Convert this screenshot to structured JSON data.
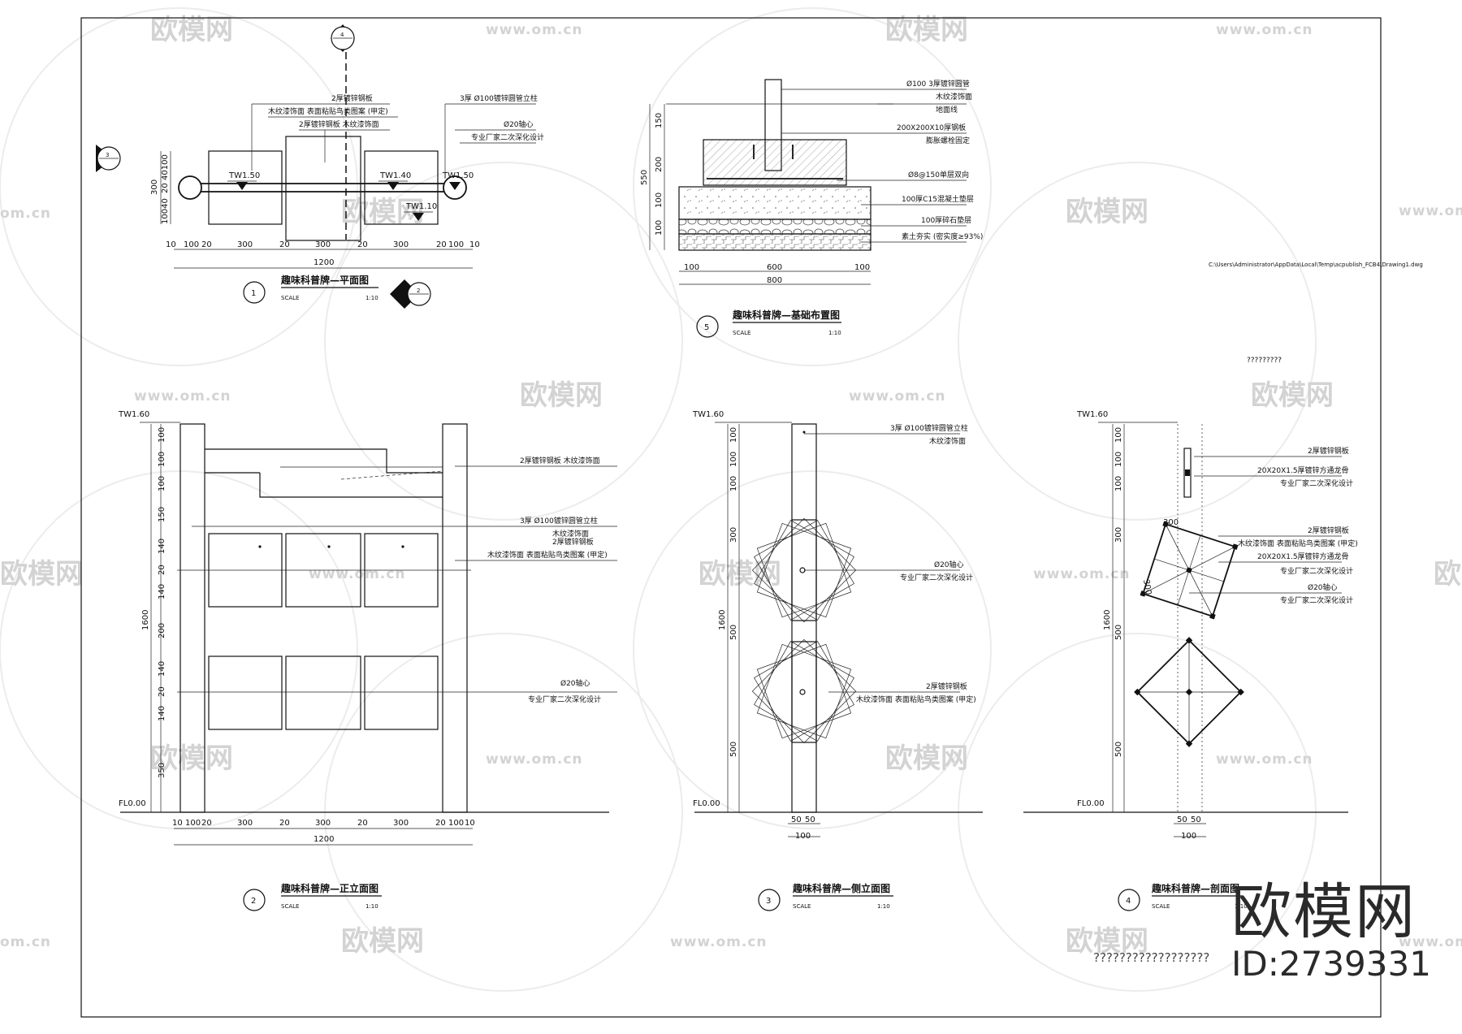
{
  "watermark": {
    "brand": "欧模网",
    "url": "www.om.cn",
    "url_cut": "om.cn"
  },
  "brand": {
    "name": "欧模网",
    "id": "ID:2739331"
  },
  "garbled_text": "??????????????????",
  "question_marks": "?????????",
  "file_path": "C:\\Users\\Administrator\\AppData\\Local\\Temp\\acpublish_FCB4\\Drawing1.dwg",
  "drawings": {
    "d1": {
      "num": "1",
      "title": "趣味科普牌—平面图",
      "scale_label": "SCALE",
      "scale": "1:10"
    },
    "d2": {
      "num": "2",
      "title": "趣味科普牌—正立面图",
      "scale_label": "SCALE",
      "scale": "1:10"
    },
    "d3": {
      "num": "3",
      "title": "趣味科普牌—侧立面图",
      "scale_label": "SCALE",
      "scale": "1:10"
    },
    "d4": {
      "num": "4",
      "title": "趣味科普牌—剖面图",
      "scale_label": "SCALE",
      "scale": "1:10"
    },
    "d5": {
      "num": "5",
      "title": "趣味科普牌—基础布置图",
      "scale_label": "SCALE",
      "scale": "1:10"
    }
  },
  "section_marks": {
    "m4": "4",
    "m3": "3",
    "m2": "2"
  },
  "plan": {
    "ann1": "2厚镀锌钢板",
    "ann2": "木纹漆饰面  表面粘贴鸟类图案 (甲定)",
    "ann3": "2厚镀锌钢板  木纹漆饰面",
    "ann4": "3厚 Ø100镀锌圆管立柱",
    "ann5": "Ø20轴心",
    "ann6": "专业厂家二次深化设计",
    "tw150a": "TW1.50",
    "tw140": "TW1.40",
    "tw150b": "TW1.50",
    "tw110": "TW1.10",
    "dims_bottom": [
      "10",
      "100",
      "20",
      "300",
      "20",
      "300",
      "20",
      "300",
      "20",
      "100",
      "10"
    ],
    "total": "1200",
    "dims_left": [
      "300",
      "10040",
      "20",
      "40100"
    ]
  },
  "foundation": {
    "ann1": "Ø100  3厚镀锌圆管",
    "ann2": "木纹漆饰面",
    "ann3": "地面线",
    "ann4": "200X200X10厚钢板",
    "ann5": "膨胀螺栓固定",
    "ann6": "Ø8@150单层双向",
    "ann7": "100厚C15混凝土垫层",
    "ann8": "100厚碎石垫层",
    "ann9": "素土夯实 (密实度≥93%)",
    "dims_left": [
      "150",
      "200",
      "100",
      "100"
    ],
    "total_left": "550",
    "dims_bottom": [
      "100",
      "600",
      "100"
    ],
    "total": "800"
  },
  "front": {
    "tw": "TW1.60",
    "fl": "FL0.00",
    "ann1": "2厚镀锌钢板  木纹漆饰面",
    "ann2": "3厚 Ø100镀锌圆管立柱",
    "ann3": "木纹漆饰面",
    "ann4": "2厚镀锌钢板",
    "ann5": "木纹漆饰面  表面粘贴鸟类图案 (甲定)",
    "ann6": "Ø20轴心",
    "ann7": "专业厂家二次深化设计",
    "dims_left": [
      "100",
      "100",
      "100",
      "150",
      "140",
      "20",
      "140",
      "200",
      "140",
      "20",
      "140",
      "350"
    ],
    "total_left": "1600",
    "dims_bottom": [
      "10",
      "100",
      "20",
      "300",
      "20",
      "300",
      "20",
      "300",
      "20",
      "100",
      "10"
    ],
    "total": "1200"
  },
  "side": {
    "tw": "TW1.60",
    "fl": "FL0.00",
    "ann1": "3厚 Ø100镀锌圆管立柱",
    "ann2": "木纹漆饰面",
    "ann3": "Ø20轴心",
    "ann4": "专业厂家二次深化设计",
    "ann5": "2厚镀锌钢板",
    "ann6": "木纹漆饰面  表面粘贴鸟类图案 (甲定)",
    "dims_left": [
      "100",
      "100",
      "100",
      "300",
      "500",
      "500"
    ],
    "total_left": "1600",
    "dims_bottom": [
      "50",
      "50"
    ],
    "total": "100"
  },
  "section": {
    "tw": "TW1.60",
    "fl": "FL0.00",
    "ann1": "2厚镀锌钢板",
    "ann2": "20X20X1.5厚镀锌方通龙骨",
    "ann3": "专业厂家二次深化设计",
    "ann4": "2厚镀锌钢板",
    "ann5": "木纹漆饰面  表面粘贴鸟类图案 (甲定)",
    "ann6": "20X20X1.5厚镀锌方通龙骨",
    "ann7": "专业厂家二次深化设计",
    "ann8": "Ø20轴心",
    "ann9": "专业厂家二次深化设计",
    "dim300a": "300",
    "dim300b": "300",
    "dims_left": [
      "100",
      "100",
      "100",
      "300",
      "500",
      "500"
    ],
    "total_left": "1600",
    "dims_bottom": [
      "50",
      "50"
    ],
    "total": "100"
  }
}
